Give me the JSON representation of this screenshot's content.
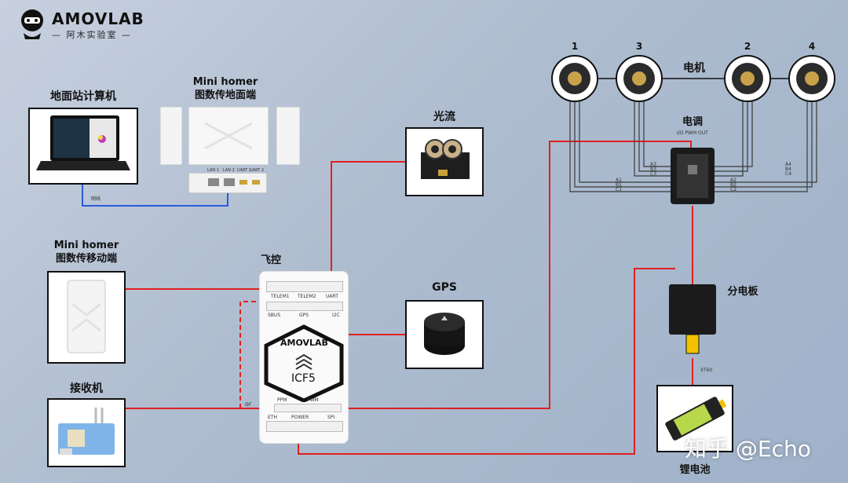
{
  "brand": {
    "name": "AMOVLAB",
    "subtitle": "— 阿木实验室 —"
  },
  "colors": {
    "power_line": "#e02020",
    "data_line": "#2a5bd7",
    "motor_wire": "#3a3a3a"
  },
  "nodes": {
    "ground_pc": {
      "label": "地面站计算机"
    },
    "mini_homer_ground": {
      "label_line1": "Mini homer",
      "label_line2": "图数传地面端",
      "ports": [
        "LAN 1",
        "LAN 2",
        "UART 1",
        "UART 2"
      ]
    },
    "optical_flow": {
      "label": "光流"
    },
    "mini_homer_air": {
      "label_line1": "Mini homer",
      "label_line2": "图数传移动端"
    },
    "flight_controller": {
      "label": "飞控",
      "brand": "AMOVLAB",
      "model": "ICF5",
      "ports": [
        "TELEM1",
        "TELEM2",
        "UART",
        "SBUS",
        "GPS",
        "I2C",
        "PPM",
        "PWM",
        "ETH",
        "POWER",
        "SPI"
      ]
    },
    "gps": {
      "label": "GPS"
    },
    "receiver": {
      "label": "接收机"
    },
    "motors": {
      "label": "电机",
      "numbers": [
        "1",
        "3",
        "2",
        "4"
      ]
    },
    "esc": {
      "label": "电调",
      "sublabel": "I/O PWM OUT",
      "left_pins": [
        "A3",
        "B3",
        "C3",
        "A1",
        "B1",
        "C1"
      ],
      "right_pins": [
        "A4",
        "B4",
        "C4",
        "A2",
        "B2",
        "C2"
      ]
    },
    "power_board": {
      "label": "分电板",
      "connector": "XT60"
    },
    "battery": {
      "label": "锂电池"
    }
  },
  "edges": {
    "network_cable": "网线",
    "or": "or"
  },
  "watermark": "知乎 @Echo"
}
